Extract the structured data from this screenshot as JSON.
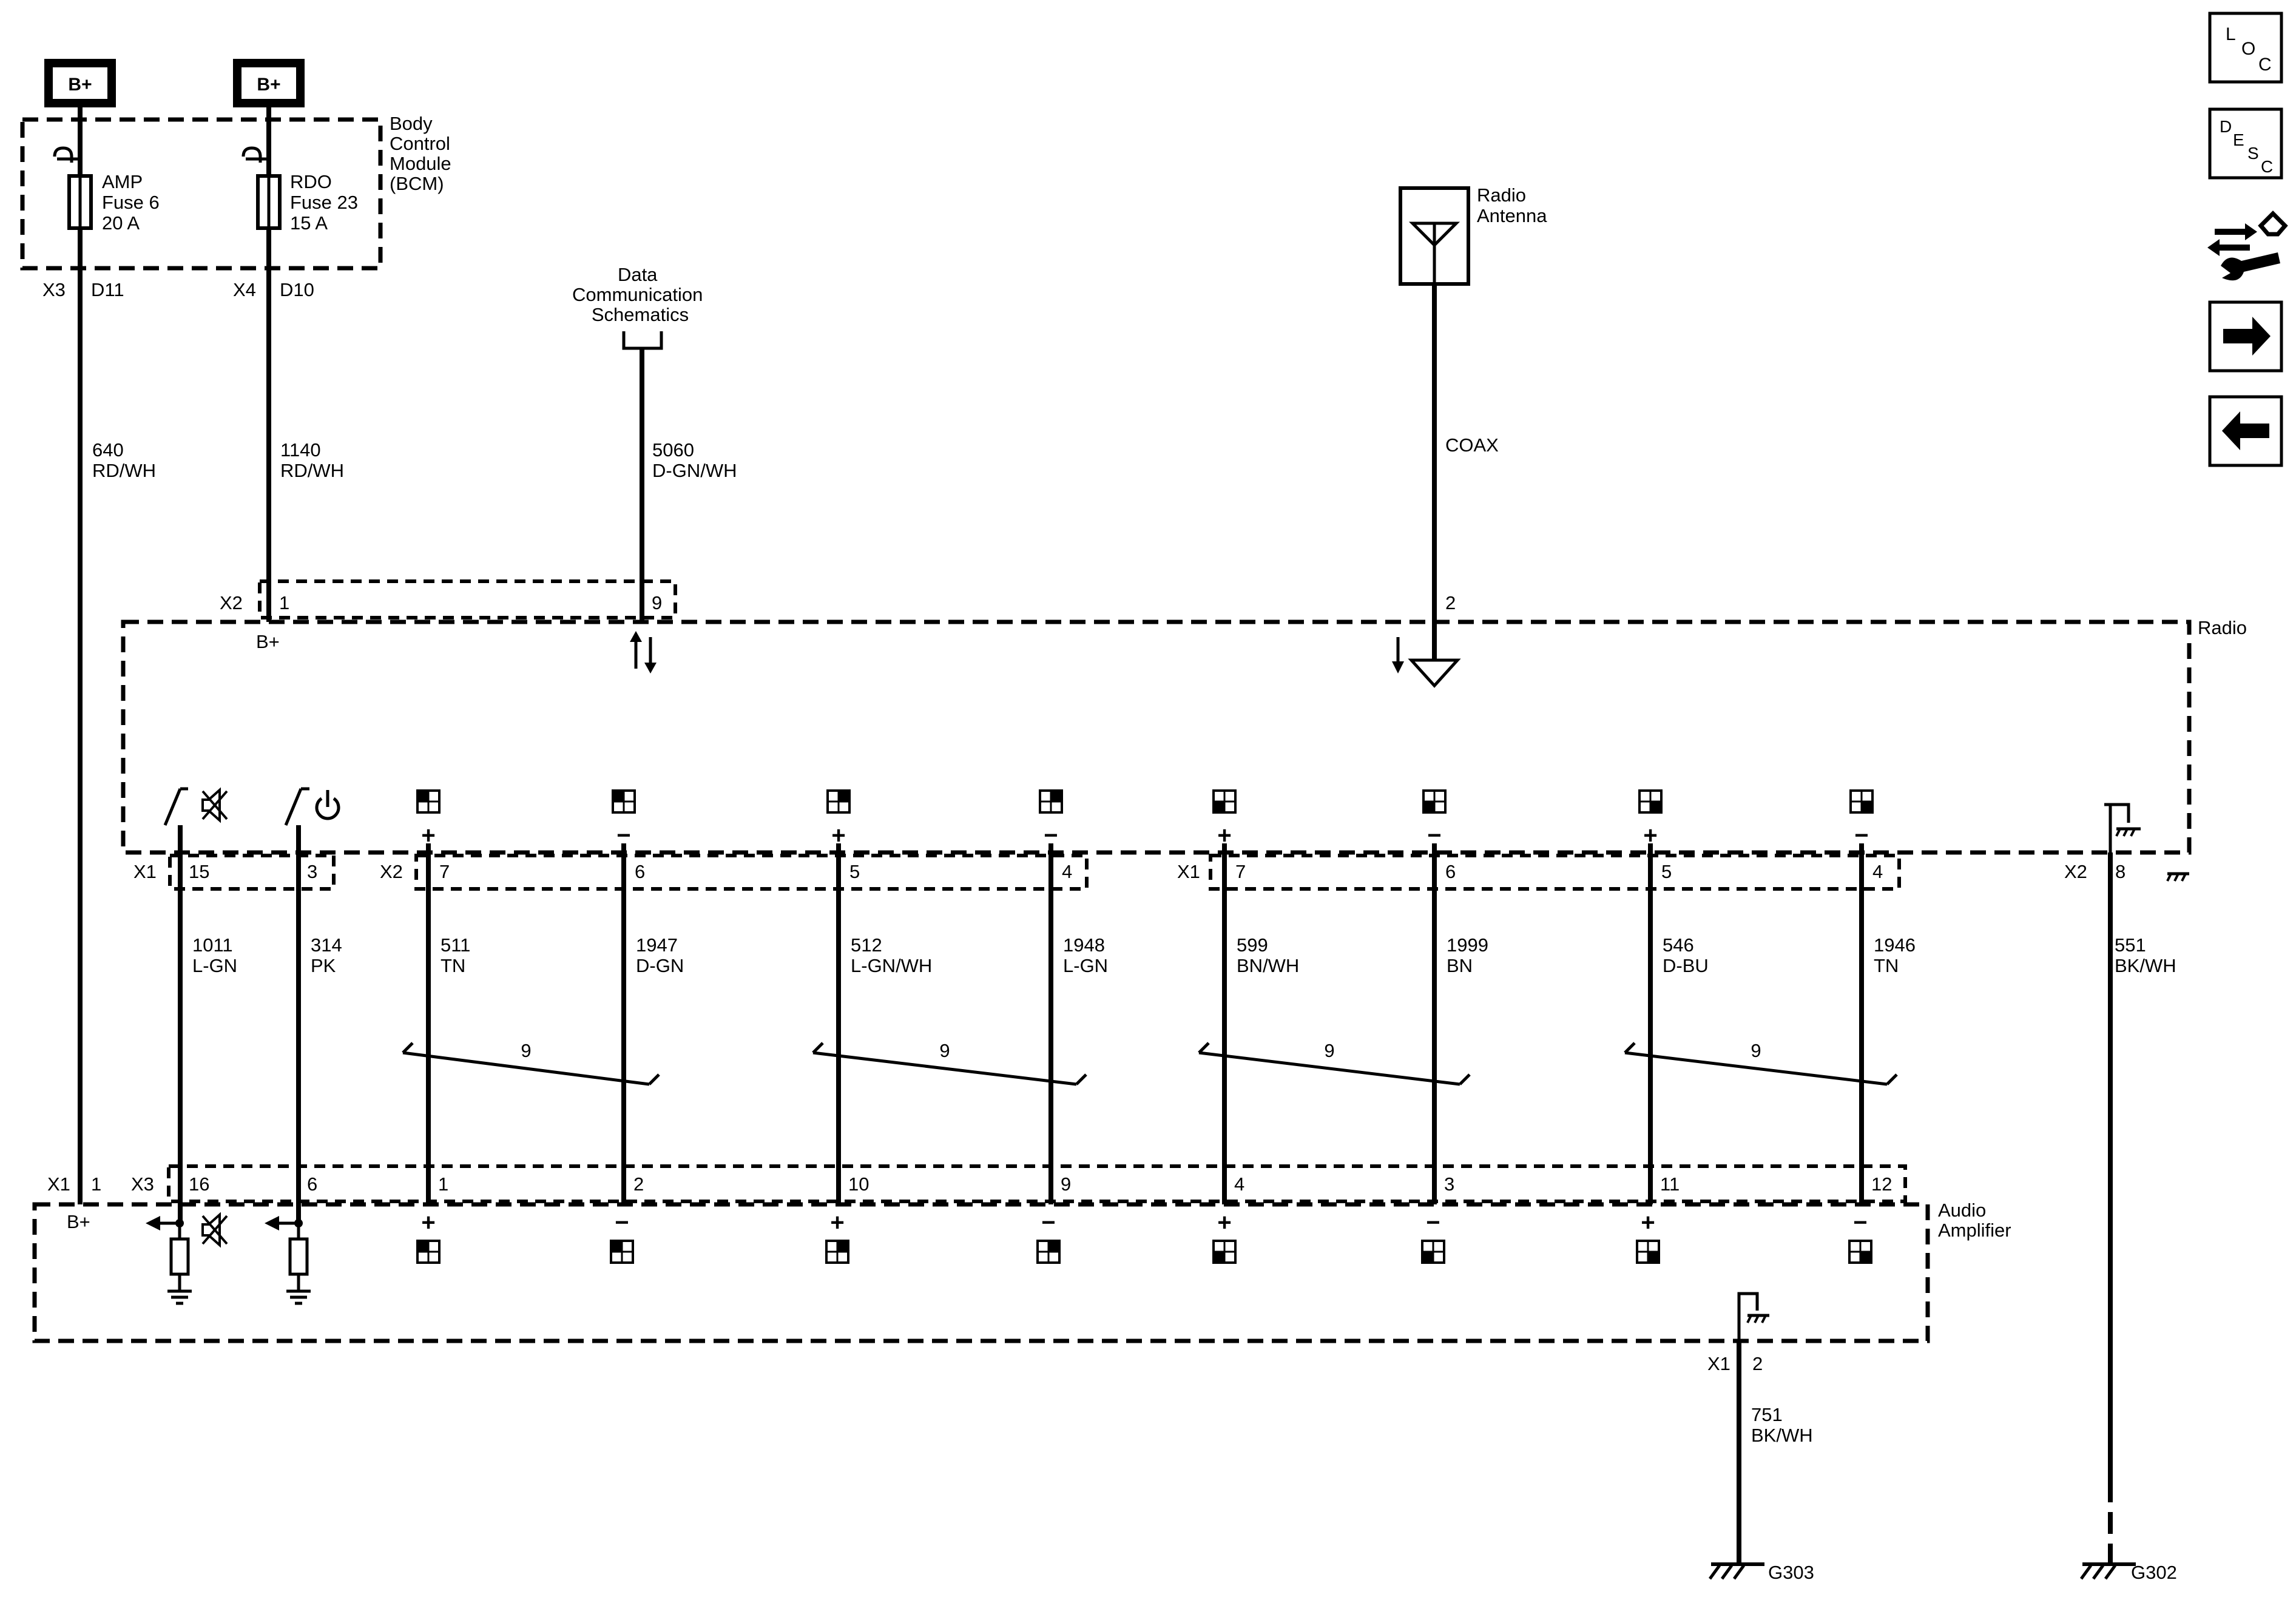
{
  "battery_label": "B+",
  "bcm": {
    "name": [
      "Body",
      "Control",
      "Module",
      "(BCM)"
    ]
  },
  "fuses": [
    {
      "lines": [
        "AMP",
        "Fuse 6",
        "20 A"
      ],
      "connector": "X3",
      "pin": "D11"
    },
    {
      "lines": [
        "RDO",
        "Fuse 23",
        "15 A"
      ],
      "connector": "X4",
      "pin": "D10"
    }
  ],
  "data_comm": [
    "Data",
    "Communication",
    "Schematics"
  ],
  "antenna": {
    "name": [
      "Radio",
      "Antenna"
    ],
    "wire": "COAX"
  },
  "radio": {
    "name": "Radio",
    "b_plus": "B+",
    "x2_connector": "X2",
    "x1_connector": "X1",
    "pins": {
      "power": "1",
      "data": "9",
      "antenna": "2"
    },
    "ground_pin": "8"
  },
  "wires": {
    "amp_feed": {
      "circuit": "640",
      "color": "RD/WH"
    },
    "rdo_feed": {
      "circuit": "1140",
      "color": "RD/WH"
    },
    "data": {
      "circuit": "5060",
      "color": "D-GN/WH"
    },
    "ground_radio": {
      "circuit": "551",
      "color": "BK/WH"
    },
    "ground_amp": {
      "circuit": "751",
      "color": "BK/WH"
    }
  },
  "control_wires": [
    {
      "radio_pin": "15",
      "amp_pin": "16",
      "circuit": "1011",
      "color": "L-GN"
    },
    {
      "radio_pin": "3",
      "amp_pin": "6",
      "circuit": "314",
      "color": "PK"
    }
  ],
  "speaker_wires": [
    {
      "sign": "+",
      "radio_pin": "7",
      "amp_pin": "1",
      "circuit": "511",
      "color": "TN"
    },
    {
      "sign": "−",
      "radio_pin": "6",
      "amp_pin": "2",
      "circuit": "1947",
      "color": "D-GN"
    },
    {
      "sign": "+",
      "radio_pin": "5",
      "amp_pin": "10",
      "circuit": "512",
      "color": "L-GN/WH"
    },
    {
      "sign": "−",
      "radio_pin": "4",
      "amp_pin": "9",
      "circuit": "1948",
      "color": "L-GN"
    },
    {
      "sign": "+",
      "radio_pin": "7",
      "amp_pin": "4",
      "circuit": "599",
      "color": "BN/WH"
    },
    {
      "sign": "−",
      "radio_pin": "6",
      "amp_pin": "3",
      "circuit": "1999",
      "color": "BN"
    },
    {
      "sign": "+",
      "radio_pin": "5",
      "amp_pin": "11",
      "circuit": "546",
      "color": "D-BU"
    },
    {
      "sign": "−",
      "radio_pin": "4",
      "amp_pin": "12",
      "circuit": "1946",
      "color": "TN"
    }
  ],
  "twist_label": "9",
  "amplifier": {
    "name": [
      "Audio",
      "Amplifier"
    ],
    "b_plus": "B+",
    "x1_connector": "X1",
    "x3_connector": "X3",
    "power_pin": "1",
    "ground_connector": "X1",
    "ground_pin": "2"
  },
  "grounds": {
    "amp": "G303",
    "radio": "G302"
  },
  "nav": {
    "loc": [
      "L",
      "O",
      "C"
    ],
    "desc": [
      "D",
      "E",
      "S",
      "C"
    ]
  },
  "icons": {
    "arrow_right": "arrow-right-icon",
    "arrow_left": "arrow-left-icon",
    "connector": "connector-wrench-icon",
    "mute": "speaker-mute-icon",
    "power": "power-icon"
  }
}
